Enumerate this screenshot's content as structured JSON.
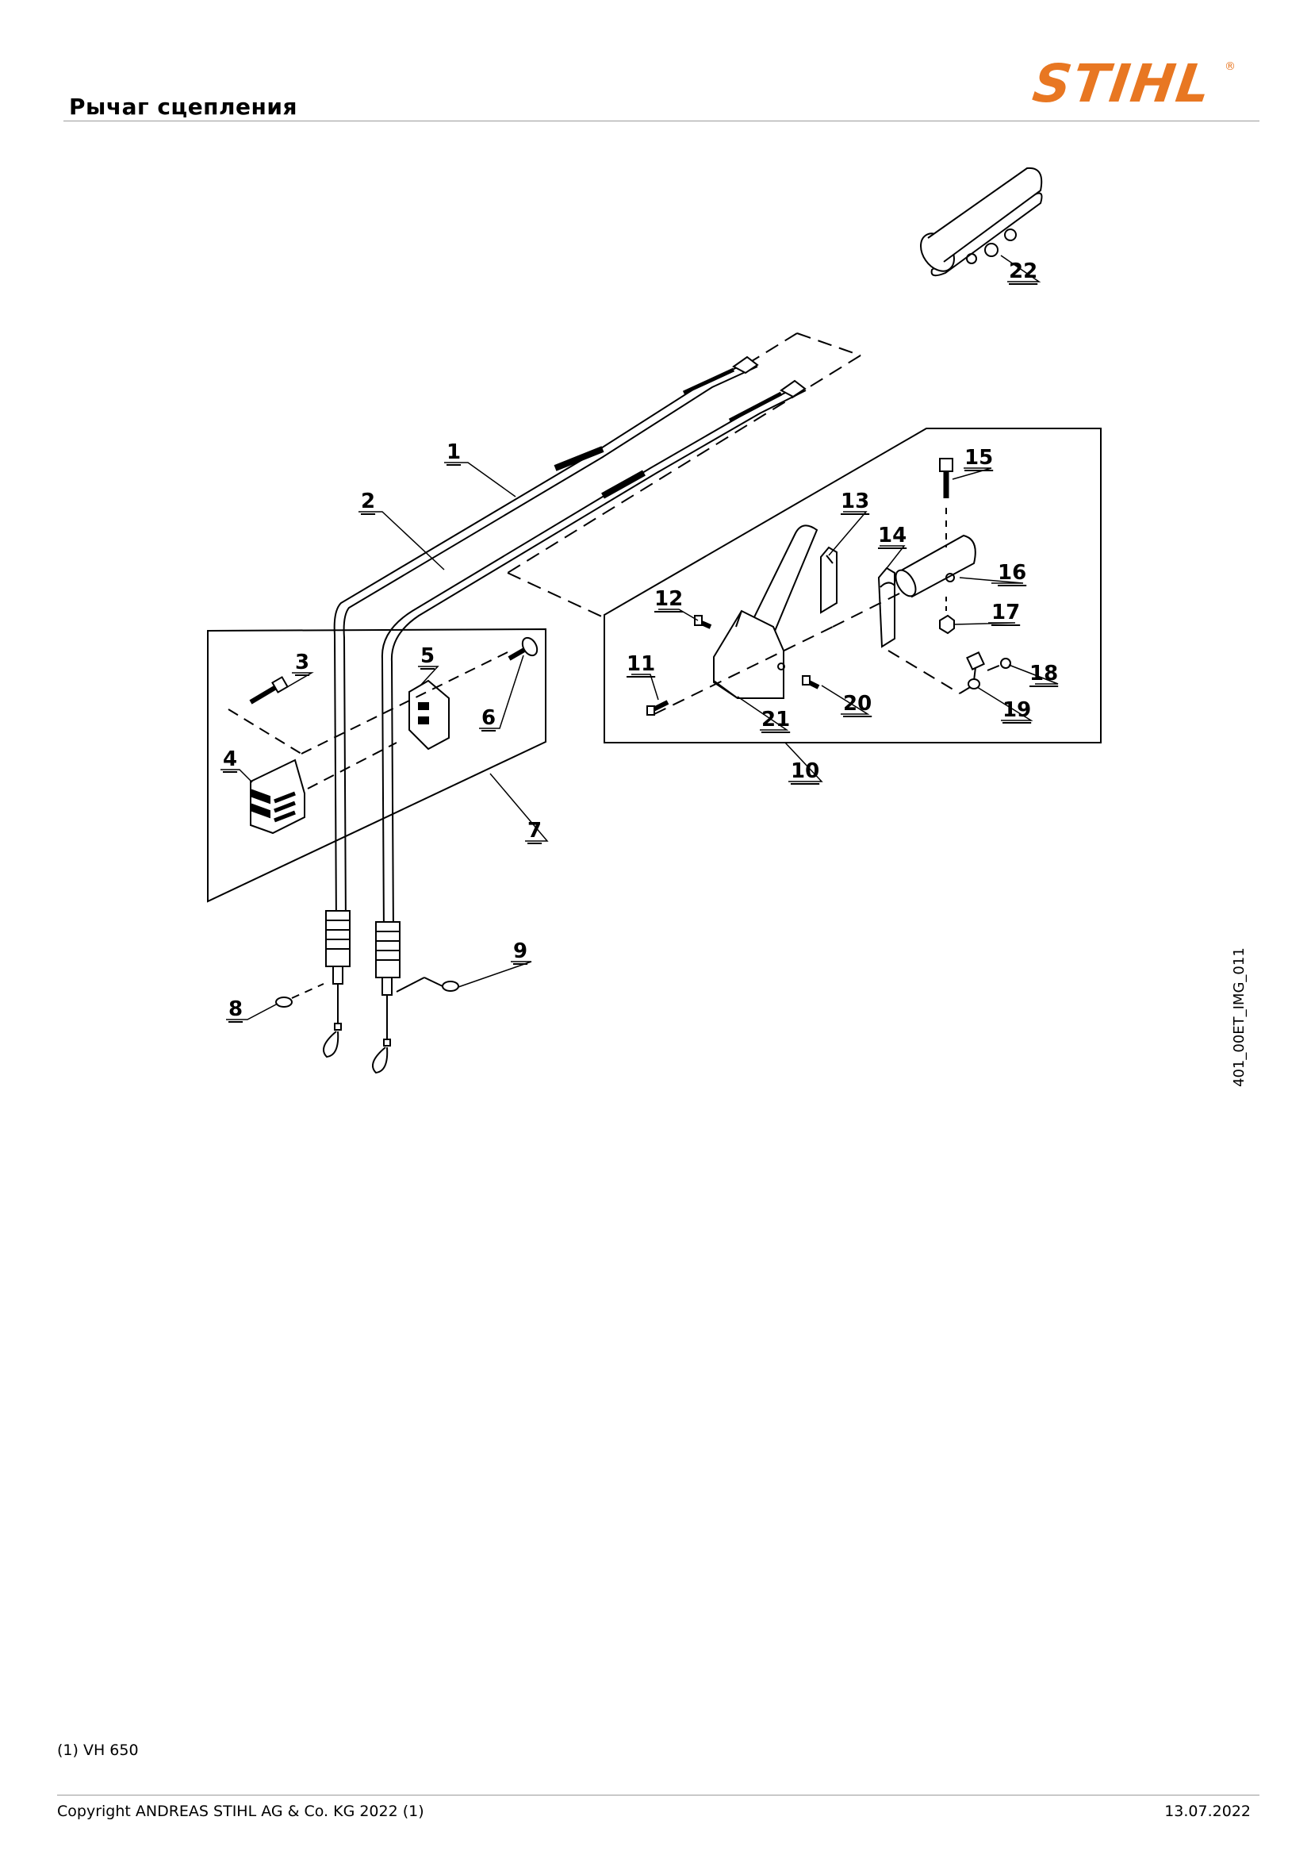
{
  "header": {
    "title": "Рычаг сцепления"
  },
  "logo": {
    "text": "STIHL",
    "registered": "®",
    "color": "#e87722"
  },
  "diagram": {
    "image_code": "401_00ET_IMG_011",
    "callouts": [
      "1",
      "2",
      "3",
      "4",
      "5",
      "6",
      "7",
      "8",
      "9",
      "10",
      "11",
      "12",
      "13",
      "14",
      "15",
      "16",
      "17",
      "18",
      "19",
      "20",
      "21",
      "22"
    ]
  },
  "footer": {
    "note": "(1) VH 650",
    "copyright": "Copyright ANDREAS STIHL AG & Co. KG 2022 (1)",
    "date": "13.07.2022"
  }
}
